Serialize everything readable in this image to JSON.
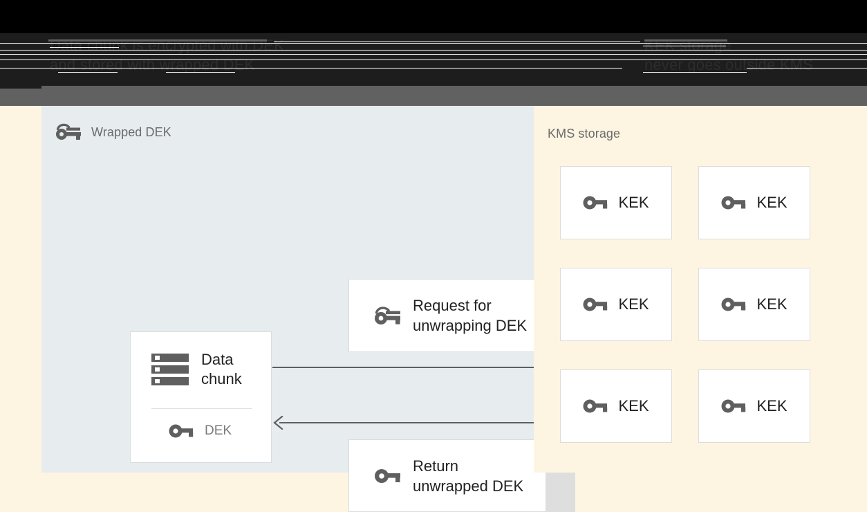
{
  "header": {
    "line_left": "Data chunk is encrypted with DEK\nand stored with wrapped DEK",
    "line_right": "KEK storage\nnever goes outside KMS",
    "note": "obscured dark-on-dark banner text"
  },
  "left_panel": {
    "title": "Wrapped DEK",
    "title_icon": "wrapped-key-icon",
    "background_color": "#e7ecef",
    "data_chunk_card": {
      "icon": "storage-stack-icon",
      "title": "Data\nchunk",
      "key_icon": "key-icon",
      "key_label": "DEK"
    },
    "messages": [
      {
        "icon": "wrapped-key-icon",
        "label": "Request for\nunwrapping DEK",
        "direction": "right"
      },
      {
        "icon": "key-icon",
        "label": "Return\nunwrapped DEK",
        "direction": "left"
      }
    ],
    "arrows": [
      {
        "name": "request-arrow",
        "direction": "right",
        "style": "solid-head"
      },
      {
        "name": "return-arrow",
        "direction": "left",
        "style": "chevron-head"
      }
    ]
  },
  "right_panel": {
    "title": "KMS storage",
    "background_color": "#fdf5e2",
    "keys": [
      {
        "icon": "key-icon",
        "label": "KEK"
      },
      {
        "icon": "key-icon",
        "label": "KEK"
      },
      {
        "icon": "key-icon",
        "label": "KEK"
      },
      {
        "icon": "key-icon",
        "label": "KEK"
      },
      {
        "icon": "key-icon",
        "label": "KEK"
      },
      {
        "icon": "key-icon",
        "label": "KEK"
      }
    ]
  },
  "colors": {
    "page_background": "#fdf5e2",
    "left_panel": "#e7ecef",
    "card_white": "#ffffff",
    "card_border": "#d9dcdf",
    "icon_grey": "#5f5f5f",
    "text_dark": "#222222",
    "text_muted": "#6b6b6b",
    "strip_grey": "#dedede",
    "header_black": "#000000",
    "header_bar_grey": "#616161"
  }
}
